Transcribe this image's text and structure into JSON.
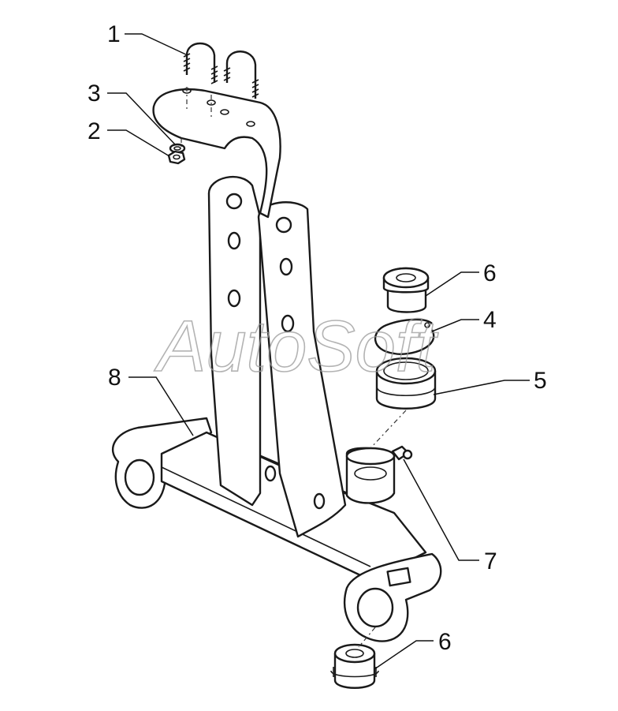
{
  "watermark": "AutoSoft",
  "callouts": [
    {
      "id": "c1",
      "label": "1",
      "part": "u-bolt"
    },
    {
      "id": "c2",
      "label": "2",
      "part": "nut"
    },
    {
      "id": "c3",
      "label": "3",
      "part": "washer"
    },
    {
      "id": "c4",
      "label": "4",
      "part": "snap-ring"
    },
    {
      "id": "c5",
      "label": "5",
      "part": "bearing"
    },
    {
      "id": "c6a",
      "label": "6",
      "part": "bushing-upper"
    },
    {
      "id": "c6b",
      "label": "6",
      "part": "bushing-lower"
    },
    {
      "id": "c7",
      "label": "7",
      "part": "grease-fitting"
    },
    {
      "id": "c8",
      "label": "8",
      "part": "frame-bracket"
    }
  ]
}
